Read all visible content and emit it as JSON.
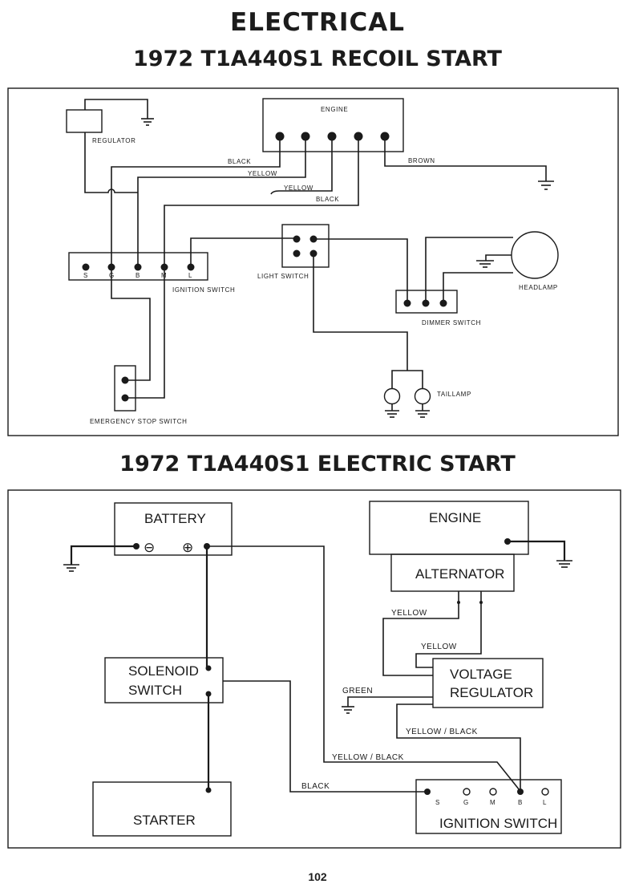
{
  "title": "ELECTRICAL",
  "recoil": {
    "heading": "1972 T1A440S1 RECOIL START",
    "labels": {
      "regulator": "REGULATOR",
      "engine": "ENGINE",
      "black1": "BLACK",
      "yellow1": "YELLOW",
      "yellow2": "YELLOW",
      "black2": "BLACK",
      "brown": "BROWN",
      "ignition_switch": "IGNITION SWITCH",
      "light_switch": "LIGHT SWITCH",
      "headlamp": "HEADLAMP",
      "dimmer_switch": "DIMMER SWITCH",
      "taillamp": "TAILLAMP",
      "emergency_stop_switch": "EMERGENCY STOP SWITCH"
    },
    "terminals": [
      "S",
      "G",
      "B",
      "M",
      "L"
    ]
  },
  "electric": {
    "heading": "1972 T1A440S1 ELECTRIC START",
    "labels": {
      "battery": "BATTERY",
      "engine": "ENGINE",
      "alternator": "ALTERNATOR",
      "yellow1": "YELLOW",
      "yellow2": "YELLOW",
      "solenoid_line1": "SOLENOID",
      "solenoid_line2": "SWITCH",
      "voltage_line1": "VOLTAGE",
      "voltage_line2": "REGULATOR",
      "green": "GREEN",
      "yellow_black1": "YELLOW / BLACK",
      "yellow_black2": "YELLOW / BLACK",
      "black": "BLACK",
      "starter": "STARTER",
      "ignition_switch": "IGNITION SWITCH",
      "minus": "⊖",
      "plus": "⊕"
    },
    "terminals": [
      "S",
      "G",
      "M",
      "B",
      "L"
    ]
  },
  "page_number": "102"
}
